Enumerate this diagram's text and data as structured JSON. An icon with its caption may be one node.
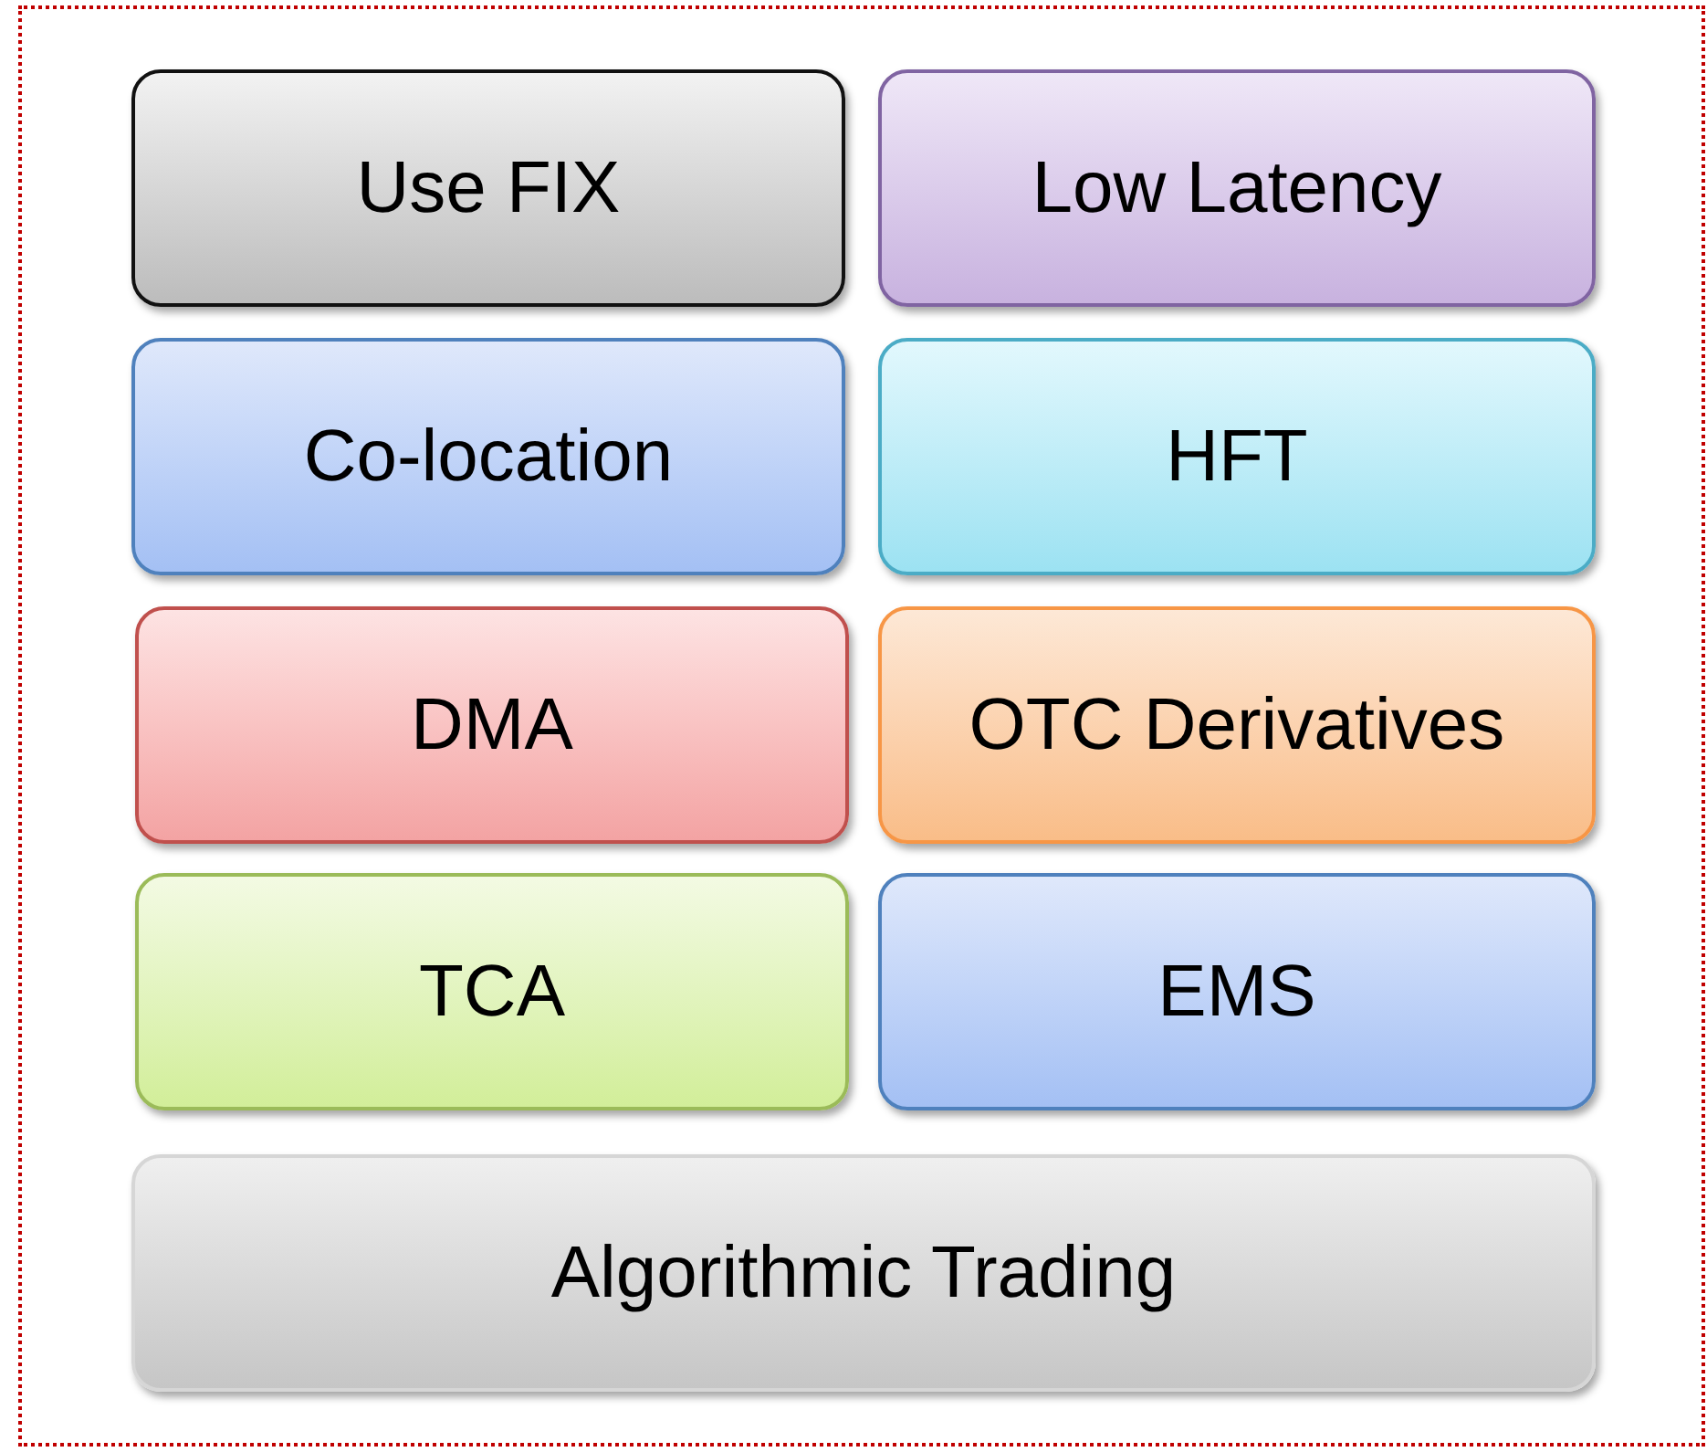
{
  "diagram": {
    "nodes": [
      {
        "text": [
          "Use FIX"
        ]
      },
      {
        "text": [
          "Low Latency"
        ]
      },
      {
        "text": [
          "Co-location"
        ]
      },
      {
        "text": [
          "HFT"
        ]
      },
      {
        "text": [
          "DMA"
        ]
      },
      {
        "text": [
          "OTC Derivatives"
        ]
      },
      {
        "text": [
          "TCA"
        ]
      },
      {
        "text": [
          "EMS"
        ]
      },
      {
        "text": [
          "Algorithmic Trading"
        ]
      }
    ]
  }
}
